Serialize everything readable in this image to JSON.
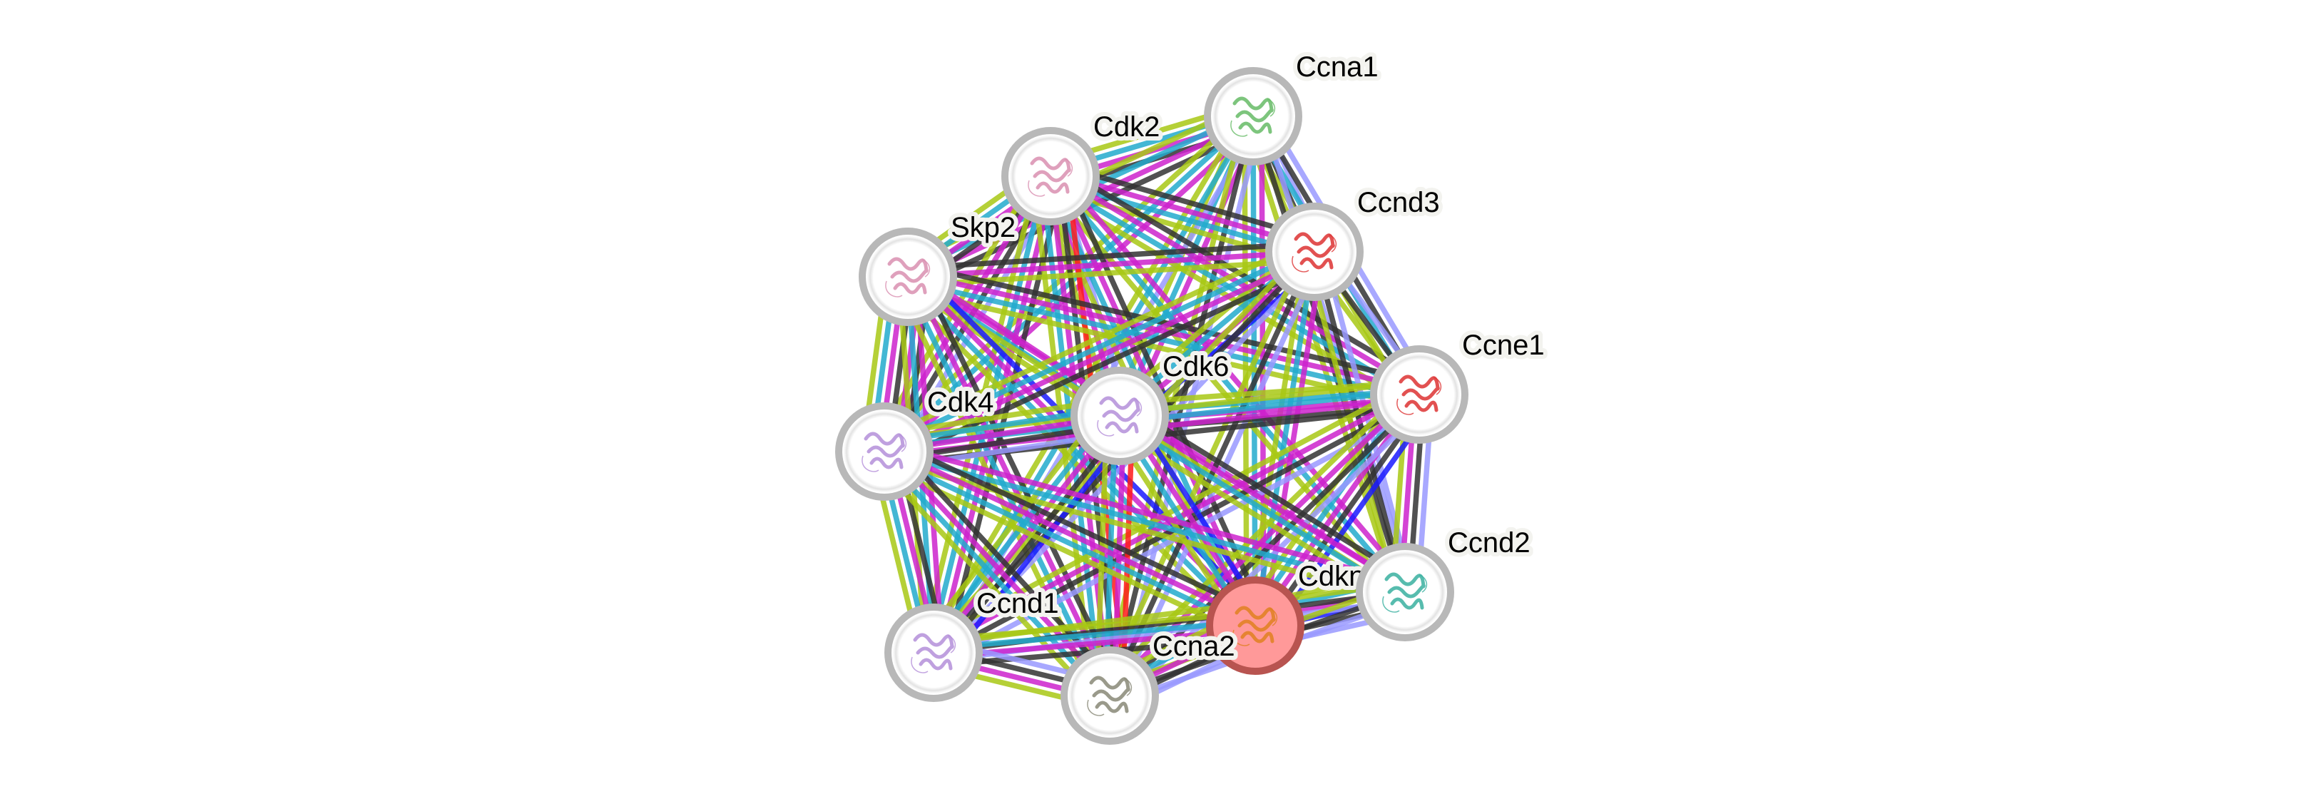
{
  "title": "Protein interaction network",
  "evidence_colors": {
    "coexpression": "#333333",
    "experiments": "#cc22cc",
    "databases": "#22aacc",
    "textmining": "#a8c814",
    "homology": "#9999ff",
    "cooccurrence": "#1a1aff",
    "fusion": "#ff1a1a"
  },
  "node_style": {
    "ring_color": "#b8b8b8",
    "fill_color": "#ffffff",
    "query_fill": "#ff9999",
    "query_ring": "#b85450"
  },
  "nodes": [
    {
      "id": "Ccna1",
      "label": "Ccna1",
      "query": false,
      "structure_color": "#66bb66"
    },
    {
      "id": "Cdk2",
      "label": "Cdk2",
      "query": false,
      "structure_color": "#d98fb0"
    },
    {
      "id": "Skp2",
      "label": "Skp2",
      "query": false,
      "structure_color": "#d98fb0"
    },
    {
      "id": "Ccnd3",
      "label": "Ccnd3",
      "query": false,
      "structure_color": "#dd3333"
    },
    {
      "id": "Ccne1",
      "label": "Ccne1",
      "query": false,
      "structure_color": "#dd3333"
    },
    {
      "id": "Cdk6",
      "label": "Cdk6",
      "query": false,
      "structure_color": "#b48fd9"
    },
    {
      "id": "Cdk4",
      "label": "Cdk4",
      "query": false,
      "structure_color": "#b48fd9"
    },
    {
      "id": "Ccnd2",
      "label": "Ccnd2",
      "query": false,
      "structure_color": "#3ab0a0"
    },
    {
      "id": "Cdkn",
      "label": "Cdkn",
      "query": true,
      "structure_color": "#e08020"
    },
    {
      "id": "Ccnd1",
      "label": "Ccnd1",
      "query": false,
      "structure_color": "#b48fd9"
    },
    {
      "id": "Ccna2",
      "label": "Ccna2",
      "query": false,
      "structure_color": "#888877"
    }
  ],
  "edges": [
    {
      "a": "Ccna1",
      "b": "Cdk2",
      "ev": [
        "coexpression",
        "experiments",
        "databases",
        "textmining"
      ]
    },
    {
      "a": "Ccna1",
      "b": "Skp2",
      "ev": [
        "coexpression",
        "experiments",
        "databases",
        "textmining"
      ]
    },
    {
      "a": "Ccna1",
      "b": "Ccnd3",
      "ev": [
        "homology",
        "coexpression",
        "textmining"
      ]
    },
    {
      "a": "Ccna1",
      "b": "Ccne1",
      "ev": [
        "homology",
        "coexpression",
        "databases",
        "textmining"
      ]
    },
    {
      "a": "Ccna1",
      "b": "Cdk6",
      "ev": [
        "experiments",
        "databases",
        "textmining"
      ]
    },
    {
      "a": "Ccna1",
      "b": "Cdk4",
      "ev": [
        "experiments",
        "databases",
        "textmining"
      ]
    },
    {
      "a": "Ccna1",
      "b": "Ccnd2",
      "ev": [
        "homology",
        "coexpression",
        "textmining"
      ]
    },
    {
      "a": "Ccna1",
      "b": "Cdkn",
      "ev": [
        "experiments",
        "databases",
        "textmining"
      ]
    },
    {
      "a": "Ccna1",
      "b": "Ccnd1",
      "ev": [
        "homology",
        "databases",
        "textmining"
      ]
    },
    {
      "a": "Ccna1",
      "b": "Ccna2",
      "ev": [
        "homology",
        "coexpression",
        "textmining"
      ]
    },
    {
      "a": "Cdk2",
      "b": "Skp2",
      "ev": [
        "coexpression",
        "experiments",
        "databases",
        "textmining"
      ]
    },
    {
      "a": "Cdk2",
      "b": "Ccnd3",
      "ev": [
        "coexpression",
        "experiments",
        "databases",
        "textmining"
      ]
    },
    {
      "a": "Cdk2",
      "b": "Ccne1",
      "ev": [
        "coexpression",
        "experiments",
        "databases",
        "textmining"
      ]
    },
    {
      "a": "Cdk2",
      "b": "Cdk6",
      "ev": [
        "homology",
        "experiments",
        "textmining"
      ]
    },
    {
      "a": "Cdk2",
      "b": "Cdk4",
      "ev": [
        "homology",
        "coexpression",
        "experiments",
        "textmining"
      ]
    },
    {
      "a": "Cdk2",
      "b": "Ccnd2",
      "ev": [
        "experiments",
        "databases",
        "textmining"
      ]
    },
    {
      "a": "Cdk2",
      "b": "Cdkn",
      "ev": [
        "coexpression",
        "experiments",
        "databases",
        "textmining"
      ]
    },
    {
      "a": "Cdk2",
      "b": "Ccnd1",
      "ev": [
        "coexpression",
        "experiments",
        "databases",
        "textmining"
      ]
    },
    {
      "a": "Cdk2",
      "b": "Ccna2",
      "ev": [
        "fusion",
        "coexpression",
        "experiments",
        "databases",
        "textmining"
      ]
    },
    {
      "a": "Skp2",
      "b": "Ccnd3",
      "ev": [
        "coexpression",
        "experiments",
        "textmining"
      ]
    },
    {
      "a": "Skp2",
      "b": "Ccne1",
      "ev": [
        "coexpression",
        "experiments",
        "databases",
        "textmining"
      ]
    },
    {
      "a": "Skp2",
      "b": "Cdk6",
      "ev": [
        "experiments",
        "databases",
        "textmining"
      ]
    },
    {
      "a": "Skp2",
      "b": "Cdk4",
      "ev": [
        "coexpression",
        "experiments",
        "coexpression",
        "experiments",
        "databases",
        "textmining"
      ]
    },
    {
      "a": "Skp2",
      "b": "Ccnd2",
      "ev": [
        "experiments",
        "textmining"
      ]
    },
    {
      "a": "Skp2",
      "b": "Cdkn",
      "ev": [
        "cooccurrence",
        "experiments",
        "databases",
        "textmining"
      ]
    },
    {
      "a": "Skp2",
      "b": "Ccnd1",
      "ev": [
        "experiments",
        "databases",
        "textmining"
      ]
    },
    {
      "a": "Skp2",
      "b": "Ccna2",
      "ev": [
        "coexpression",
        "experiments",
        "databases",
        "textmining"
      ]
    },
    {
      "a": "Ccnd3",
      "b": "Ccne1",
      "ev": [
        "homology",
        "coexpression",
        "textmining"
      ]
    },
    {
      "a": "Ccnd3",
      "b": "Cdk6",
      "ev": [
        "cooccurrence",
        "experiments",
        "databases",
        "textmining"
      ]
    },
    {
      "a": "Ccnd3",
      "b": "Cdk4",
      "ev": [
        "coexpression",
        "experiments",
        "databases",
        "textmining"
      ]
    },
    {
      "a": "Ccnd3",
      "b": "Ccnd2",
      "ev": [
        "homology",
        "coexpression",
        "textmining"
      ]
    },
    {
      "a": "Ccnd3",
      "b": "Cdkn",
      "ev": [
        "experiments",
        "databases",
        "textmining"
      ]
    },
    {
      "a": "Ccnd3",
      "b": "Ccnd1",
      "ev": [
        "homology",
        "coexpression",
        "textmining"
      ]
    },
    {
      "a": "Ccnd3",
      "b": "Ccna2",
      "ev": [
        "homology",
        "coexpression",
        "textmining"
      ]
    },
    {
      "a": "Ccne1",
      "b": "Cdk6",
      "ev": [
        "coexpression",
        "experiments",
        "databases",
        "textmining"
      ]
    },
    {
      "a": "Ccne1",
      "b": "Cdk4",
      "ev": [
        "coexpression",
        "experiments",
        "databases",
        "textmining"
      ]
    },
    {
      "a": "Ccne1",
      "b": "Ccnd2",
      "ev": [
        "homology",
        "coexpression",
        "experiments",
        "textmining"
      ]
    },
    {
      "a": "Ccne1",
      "b": "Cdkn",
      "ev": [
        "cooccurrence",
        "coexpression",
        "experiments",
        "databases",
        "textmining"
      ]
    },
    {
      "a": "Ccne1",
      "b": "Ccnd1",
      "ev": [
        "homology",
        "coexpression",
        "experiments",
        "textmining"
      ]
    },
    {
      "a": "Ccne1",
      "b": "Ccna2",
      "ev": [
        "homology",
        "coexpression",
        "experiments",
        "textmining"
      ]
    },
    {
      "a": "Cdk6",
      "b": "Cdk4",
      "ev": [
        "homology",
        "coexpression",
        "experiments",
        "databases",
        "textmining"
      ]
    },
    {
      "a": "Cdk6",
      "b": "Ccnd2",
      "ev": [
        "coexpression",
        "experiments",
        "databases",
        "textmining"
      ]
    },
    {
      "a": "Cdk6",
      "b": "Cdkn",
      "ev": [
        "cooccurrence",
        "experiments",
        "databases",
        "textmining"
      ]
    },
    {
      "a": "Cdk6",
      "b": "Ccnd1",
      "ev": [
        "cooccurrence",
        "coexpression",
        "experiments",
        "databases",
        "textmining"
      ]
    },
    {
      "a": "Cdk6",
      "b": "Ccna2",
      "ev": [
        "fusion",
        "experiments",
        "databases",
        "textmining"
      ]
    },
    {
      "a": "Cdk4",
      "b": "Ccnd2",
      "ev": [
        "experiments",
        "databases",
        "textmining"
      ]
    },
    {
      "a": "Cdk4",
      "b": "Cdkn",
      "ev": [
        "coexpression",
        "experiments",
        "databases",
        "textmining"
      ]
    },
    {
      "a": "Cdk4",
      "b": "Ccnd1",
      "ev": [
        "coexpression",
        "experiments",
        "databases",
        "textmining"
      ]
    },
    {
      "a": "Cdk4",
      "b": "Ccna2",
      "ev": [
        "coexpression",
        "experiments",
        "databases",
        "textmining"
      ]
    },
    {
      "a": "Ccnd2",
      "b": "Cdkn",
      "ev": [
        "homology",
        "coexpression",
        "cooccurrence",
        "experiments",
        "databases",
        "textmining"
      ]
    },
    {
      "a": "Ccnd2",
      "b": "Ccnd1",
      "ev": [
        "homology",
        "coexpression",
        "textmining"
      ]
    },
    {
      "a": "Ccnd2",
      "b": "Ccna2",
      "ev": [
        "homology",
        "coexpression",
        "textmining"
      ]
    },
    {
      "a": "Cdkn",
      "b": "Ccnd1",
      "ev": [
        "coexpression",
        "experiments",
        "databases",
        "textmining"
      ]
    },
    {
      "a": "Cdkn",
      "b": "Ccna2",
      "ev": [
        "homology",
        "coexpression",
        "experiments",
        "databases",
        "textmining"
      ]
    },
    {
      "a": "Ccnd1",
      "b": "Ccna2",
      "ev": [
        "homology",
        "coexpression",
        "experiments",
        "textmining"
      ]
    }
  ]
}
